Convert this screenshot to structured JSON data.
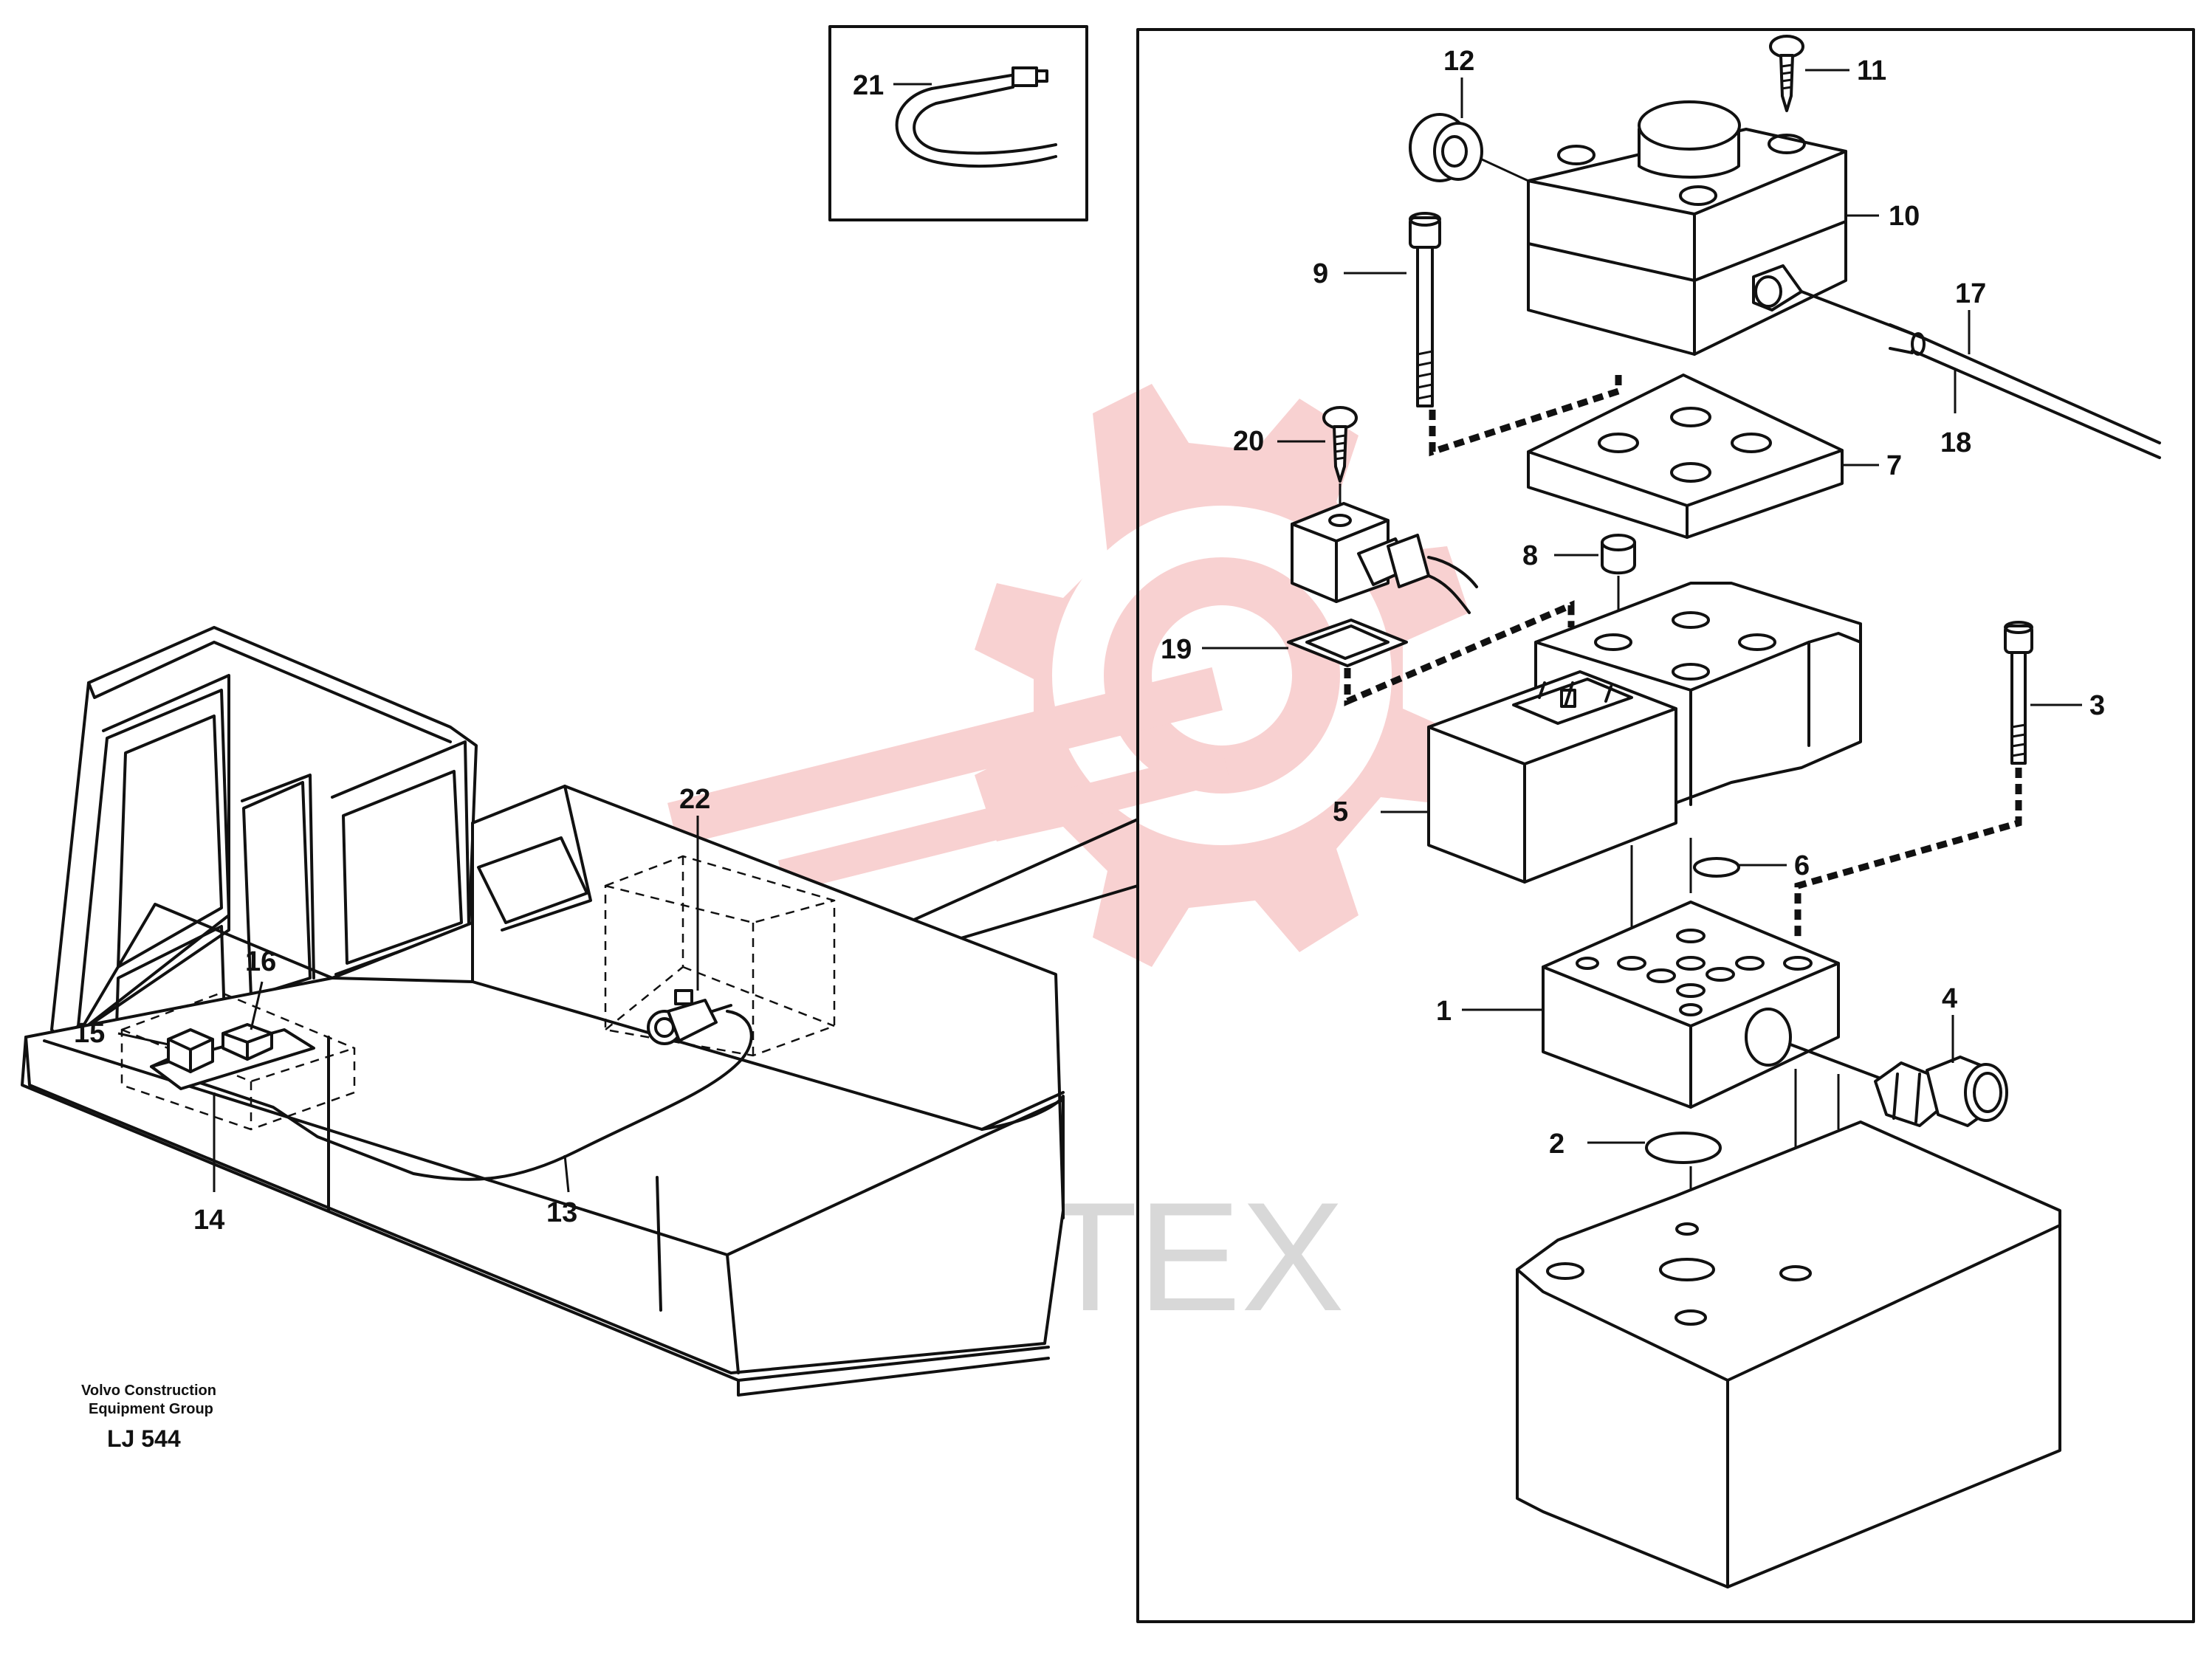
{
  "caption": {
    "company_line1": "Volvo Construction",
    "company_line2": "Equipment Group",
    "code": "LJ 544"
  },
  "watermark": {
    "text": "ИНТЕХ",
    "gear_color": "#f7c9c9"
  },
  "callouts": {
    "c1": "1",
    "c2": "2",
    "c3": "3",
    "c4": "4",
    "c5": "5",
    "c6": "6",
    "c7": "7",
    "c8": "8",
    "c9": "9",
    "c10": "10",
    "c11": "11",
    "c12": "12",
    "c13": "13",
    "c14": "14",
    "c15": "15",
    "c16": "16",
    "c17": "17",
    "c18": "18",
    "c19": "19",
    "c20": "20",
    "c21": "21",
    "c22": "22"
  }
}
